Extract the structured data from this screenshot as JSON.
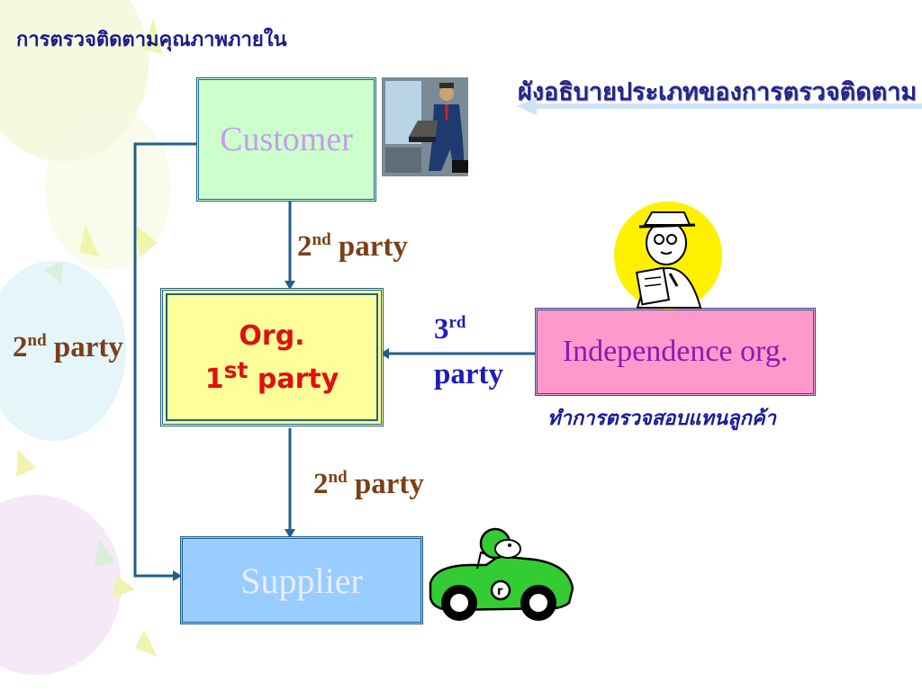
{
  "slide": {
    "title": "การตรวจติดตามคุณภาพภายใน",
    "subtitle": "ผังอธิบายประเภทของการตรวจติดตาม"
  },
  "nodes": {
    "customer": "Customer",
    "org_line1": "Org.",
    "org_line2_num": "1",
    "org_line2_sup": "st",
    "org_line2_rest": " party",
    "independence": "Independence org.",
    "independence_sub": "ทำการตรวจสอบแทนลูกค้า",
    "supplier": "Supplier"
  },
  "edges": {
    "second_num": "2",
    "second_sup": "nd",
    "second_rest": " party",
    "third_num": "3",
    "third_sup": "rd",
    "third_word": "party"
  },
  "colors": {
    "customer_fill": "#ccffcc",
    "org_fill": "#ffff99",
    "independence_fill": "#ff99cc",
    "supplier_fill": "#99ccff",
    "connector": "#1f5f8b"
  },
  "icons": [
    "businessman-laptop-icon",
    "detective-clipboard-icon",
    "race-car-driver-icon"
  ]
}
